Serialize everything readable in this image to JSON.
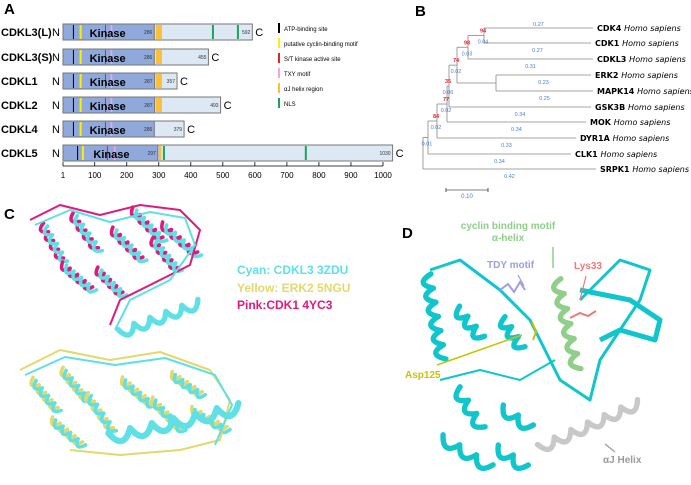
{
  "panels": {
    "a": "A",
    "b": "B",
    "c": "C",
    "d": "D"
  },
  "panel_a": {
    "kinase_label": "Kinase",
    "n_label": "N",
    "c_label": "C",
    "axis_ticks": [
      1,
      100,
      200,
      300,
      400,
      500,
      600,
      700,
      800,
      900,
      1000
    ],
    "proteins": [
      {
        "name": "CDKL3(L)",
        "length": 592,
        "kinase_end": 286,
        "atp": 32,
        "cyclin": 53,
        "st": 132,
        "txy": 150,
        "aj": [
          291,
          310
        ],
        "nls": [
          466,
          544
        ]
      },
      {
        "name": "CDKL3(S)",
        "length": 455,
        "kinase_end": 286,
        "atp": 32,
        "cyclin": 53,
        "st": 132,
        "txy": 150,
        "aj": [
          291,
          310
        ],
        "nls": []
      },
      {
        "name": "CDKL1",
        "length": 357,
        "kinase_end": 287,
        "atp": 32,
        "cyclin": 53,
        "st": 132,
        "txy": 150,
        "aj": [
          291,
          310
        ],
        "nls": []
      },
      {
        "name": "CDKL2",
        "length": 493,
        "kinase_end": 287,
        "atp": 32,
        "cyclin": 53,
        "st": 132,
        "txy": 150,
        "aj": [
          291,
          310
        ],
        "nls": []
      },
      {
        "name": "CDKL4",
        "length": 379,
        "kinase_end": 286,
        "atp": 32,
        "cyclin": 53,
        "st": 132,
        "txy": 150,
        "aj": [],
        "nls": []
      },
      {
        "name": "CDKL5",
        "length": 1030,
        "kinase_end": 297,
        "atp": 45,
        "cyclin": 60,
        "st": 138,
        "txy": 160,
        "aj": [
          300,
          308
        ],
        "nls": [
          313,
          756
        ]
      }
    ],
    "legend": [
      {
        "label": "ATP-binding site",
        "color": "#000000"
      },
      {
        "label": "putative cyclin-binding motif",
        "color": "#ffee00"
      },
      {
        "label": "S/T kinase active site",
        "color": "#e8202a"
      },
      {
        "label": "TXY motif",
        "color": "#f7a3e8"
      },
      {
        "label": "αJ helix region",
        "color": "#fbbf3a"
      },
      {
        "label": "NLS",
        "color": "#1aa55a"
      }
    ],
    "colors": {
      "kinase": "#8fa9dc",
      "tail": "#dde8f5",
      "outline": "#777777"
    }
  },
  "panel_b": {
    "species": "Homo sapiens",
    "leaves": [
      {
        "gene": "CDK4",
        "length": "0.27"
      },
      {
        "gene": "CDK1",
        "length": "0.27"
      },
      {
        "gene": "CDKL3",
        "length": "0.31"
      },
      {
        "gene": "ERK2",
        "length": "0.23"
      },
      {
        "gene": "MAPK14",
        "length": "0.25"
      },
      {
        "gene": "GSK3B",
        "length": "0.34"
      },
      {
        "gene": "MOK",
        "length": "0.34"
      },
      {
        "gene": "DYR1A",
        "length": "0.33"
      },
      {
        "gene": "CLK1",
        "length": "0.34"
      },
      {
        "gene": "SRPK1",
        "length": "0.42"
      }
    ],
    "nodes": [
      {
        "bootstrap": "94",
        "length": "0.04"
      },
      {
        "bootstrap": "98",
        "length": "0.03"
      },
      {
        "bootstrap": "74",
        "length": "0.02"
      },
      {
        "bootstrap": "35",
        "length": "0.06"
      },
      {
        "bootstrap": "77",
        "length": "0.02"
      },
      {
        "bootstrap": "84",
        "length": "0.02"
      },
      {
        "bootstrap": "",
        "length": "0.01"
      }
    ],
    "scale_label": "0.10",
    "colors": {
      "bootstrap": "#e8202a",
      "length": "#4a7fd4"
    }
  },
  "panel_c": {
    "legend": [
      {
        "label": "Cyan: CDKL3 3ZDU",
        "color": "#5ee0e6"
      },
      {
        "label": "Yellow: ERK2 5NGU",
        "color": "#e3d96a"
      },
      {
        "label": "Pink:CDK1  4YC3",
        "color": "#e0197d"
      }
    ]
  },
  "panel_d": {
    "labels": {
      "cyclin1": "cyclin binding motif",
      "cyclin2": "α-helix",
      "tdy": "TDY motif",
      "lys": "Lys33",
      "asp": "Asp125",
      "aj": "αJ Helix"
    },
    "colors": {
      "cyclin": "#8fcf8a",
      "tdy": "#9e9ee0",
      "lys": "#ec7a7a",
      "asp": "#c9c200",
      "aj": "#9a9a9a",
      "protein": "#10c6cc"
    }
  }
}
